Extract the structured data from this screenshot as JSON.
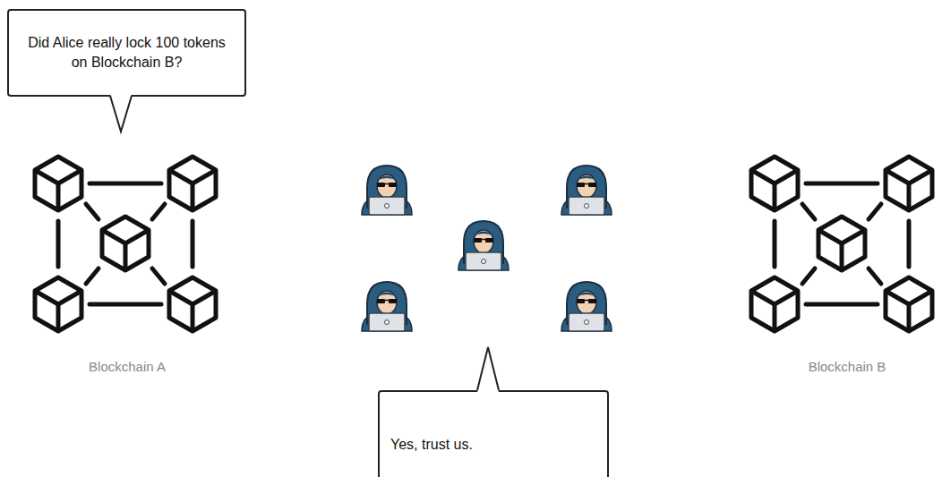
{
  "diagram": {
    "nodes": [
      {
        "text": [
          "Did Alice really lock 100 tokens on Blockchain B?"
        ]
      },
      {
        "text": [
          "Yes, trust us."
        ]
      }
    ],
    "labels": [
      "Blockchain A",
      "Blockchain B"
    ]
  }
}
